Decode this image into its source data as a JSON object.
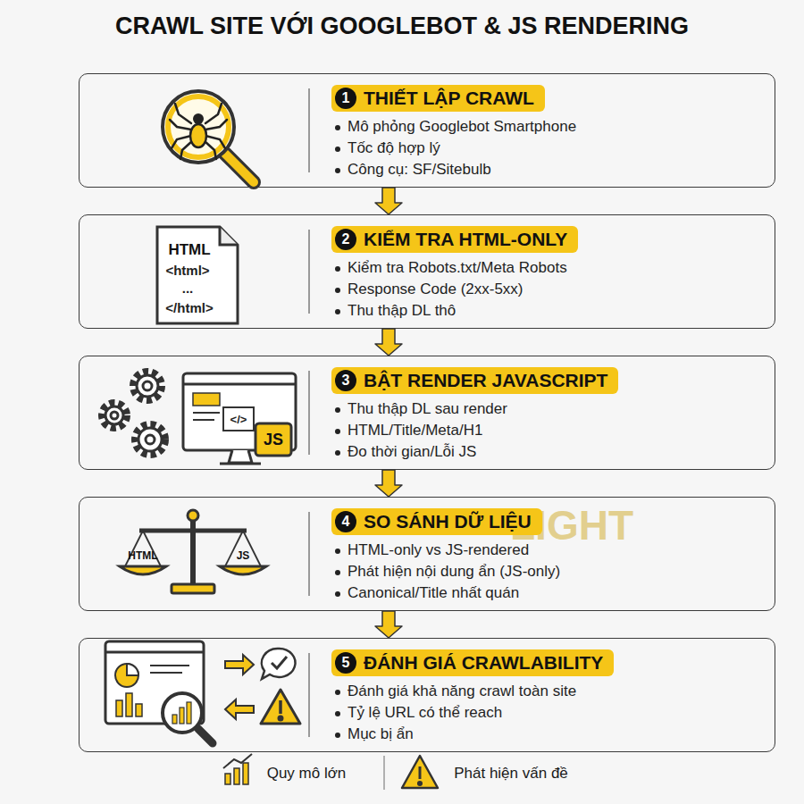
{
  "diagram": {
    "title": "CRAWL SITE VỚI GOOGLEBOT & JS RENDERING",
    "nodes": [
      {
        "text": [
          "1",
          "THIẾT LẬP CRAWL",
          "Mô phỏng Googlebot Smartphone",
          "Tốc độ hợp lý",
          "Công cụ: SF/Sitebulb"
        ]
      },
      {
        "text": [
          "2",
          "KIỂM TRA HTML-ONLY",
          "Kiểm tra Robots.txt/Meta Robots",
          "Response Code (2xx-5xx)",
          "Thu thập DL thô"
        ]
      },
      {
        "text": [
          "3",
          "BẬT RENDER JAVASCRIPT",
          "Thu thập DL sau render",
          "HTML/Title/Meta/H1",
          "Đo thời gian/Lỗi JS"
        ]
      },
      {
        "text": [
          "4",
          "SO SÁNH DỮ LIỆU",
          "HTML-only vs JS-rendered",
          "Phát hiện nội dung ẩn (JS-only)",
          "Canonical/Title nhất quán"
        ]
      },
      {
        "text": [
          "5",
          "ĐÁNH GIÁ CRAWLABILITY",
          "Đánh giá khả năng crawl toàn site",
          "Tỷ lệ URL có thể reach",
          "Mục bị ẩn"
        ]
      }
    ],
    "edges": [
      {
        "from": 0,
        "to": 1,
        "arrow": "to"
      },
      {
        "from": 1,
        "to": 2,
        "arrow": "to"
      },
      {
        "from": 2,
        "to": 3,
        "arrow": "to"
      },
      {
        "from": 3,
        "to": 4,
        "arrow": "to"
      }
    ],
    "labels": [
      "HTML",
      "<html>",
      "...",
      "</html>",
      "</>",
      "JS",
      "HTML",
      "JS",
      "LIGHT",
      "Quy mô lớn",
      "Phát hiện vấn đề"
    ]
  }
}
